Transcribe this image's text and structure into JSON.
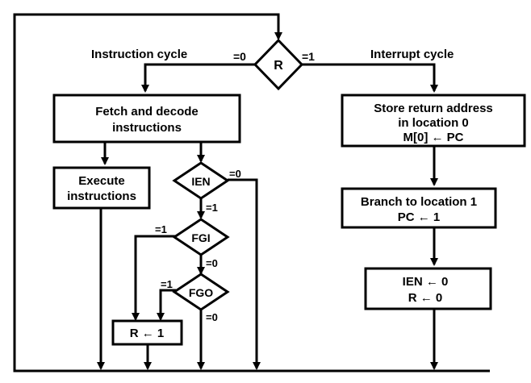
{
  "labels": {
    "instruction_cycle": "Instruction cycle",
    "interrupt_cycle": "Interrupt cycle"
  },
  "decisions": {
    "r": "R",
    "ien": "IEN",
    "fgi": "FGI",
    "fgo": "FGO"
  },
  "conditions": {
    "r_zero": "=0",
    "r_one": "=1",
    "ien_zero": "=0",
    "ien_one": "=1",
    "fgi_one": "=1",
    "fgi_zero": "=0",
    "fgo_one": "=1",
    "fgo_zero": "=0"
  },
  "boxes": {
    "fetch_line1": "Fetch and decode",
    "fetch_line2": "instructions",
    "execute_line1": "Execute",
    "execute_line2": "instructions",
    "r_set": "R ← 1",
    "store_line1": "Store return address",
    "store_line2": "in location 0",
    "store_line3": "M[0] ← PC",
    "branch_line1": "Branch to location 1",
    "branch_line2": "PC ← 1",
    "clear_line1": "IEN ← 0",
    "clear_line2": "R ← 0"
  }
}
